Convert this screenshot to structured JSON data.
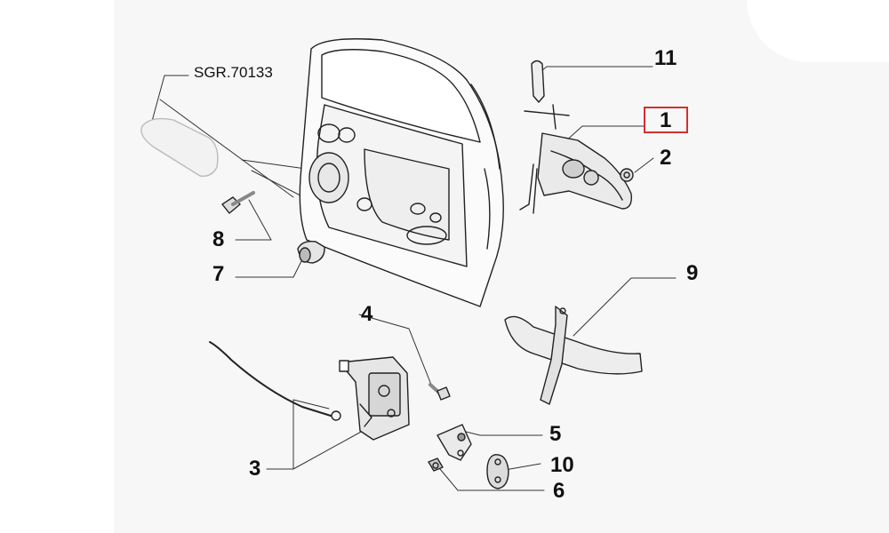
{
  "diagram": {
    "reference_code": "SGR.70133",
    "highlight_color": "#d32f2f",
    "callouts": {
      "c1": "1",
      "c2": "2",
      "c3": "3",
      "c4": "4",
      "c5": "5",
      "c6": "6",
      "c7": "7",
      "c8": "8",
      "c9": "9",
      "c10": "10",
      "c11": "11"
    }
  }
}
